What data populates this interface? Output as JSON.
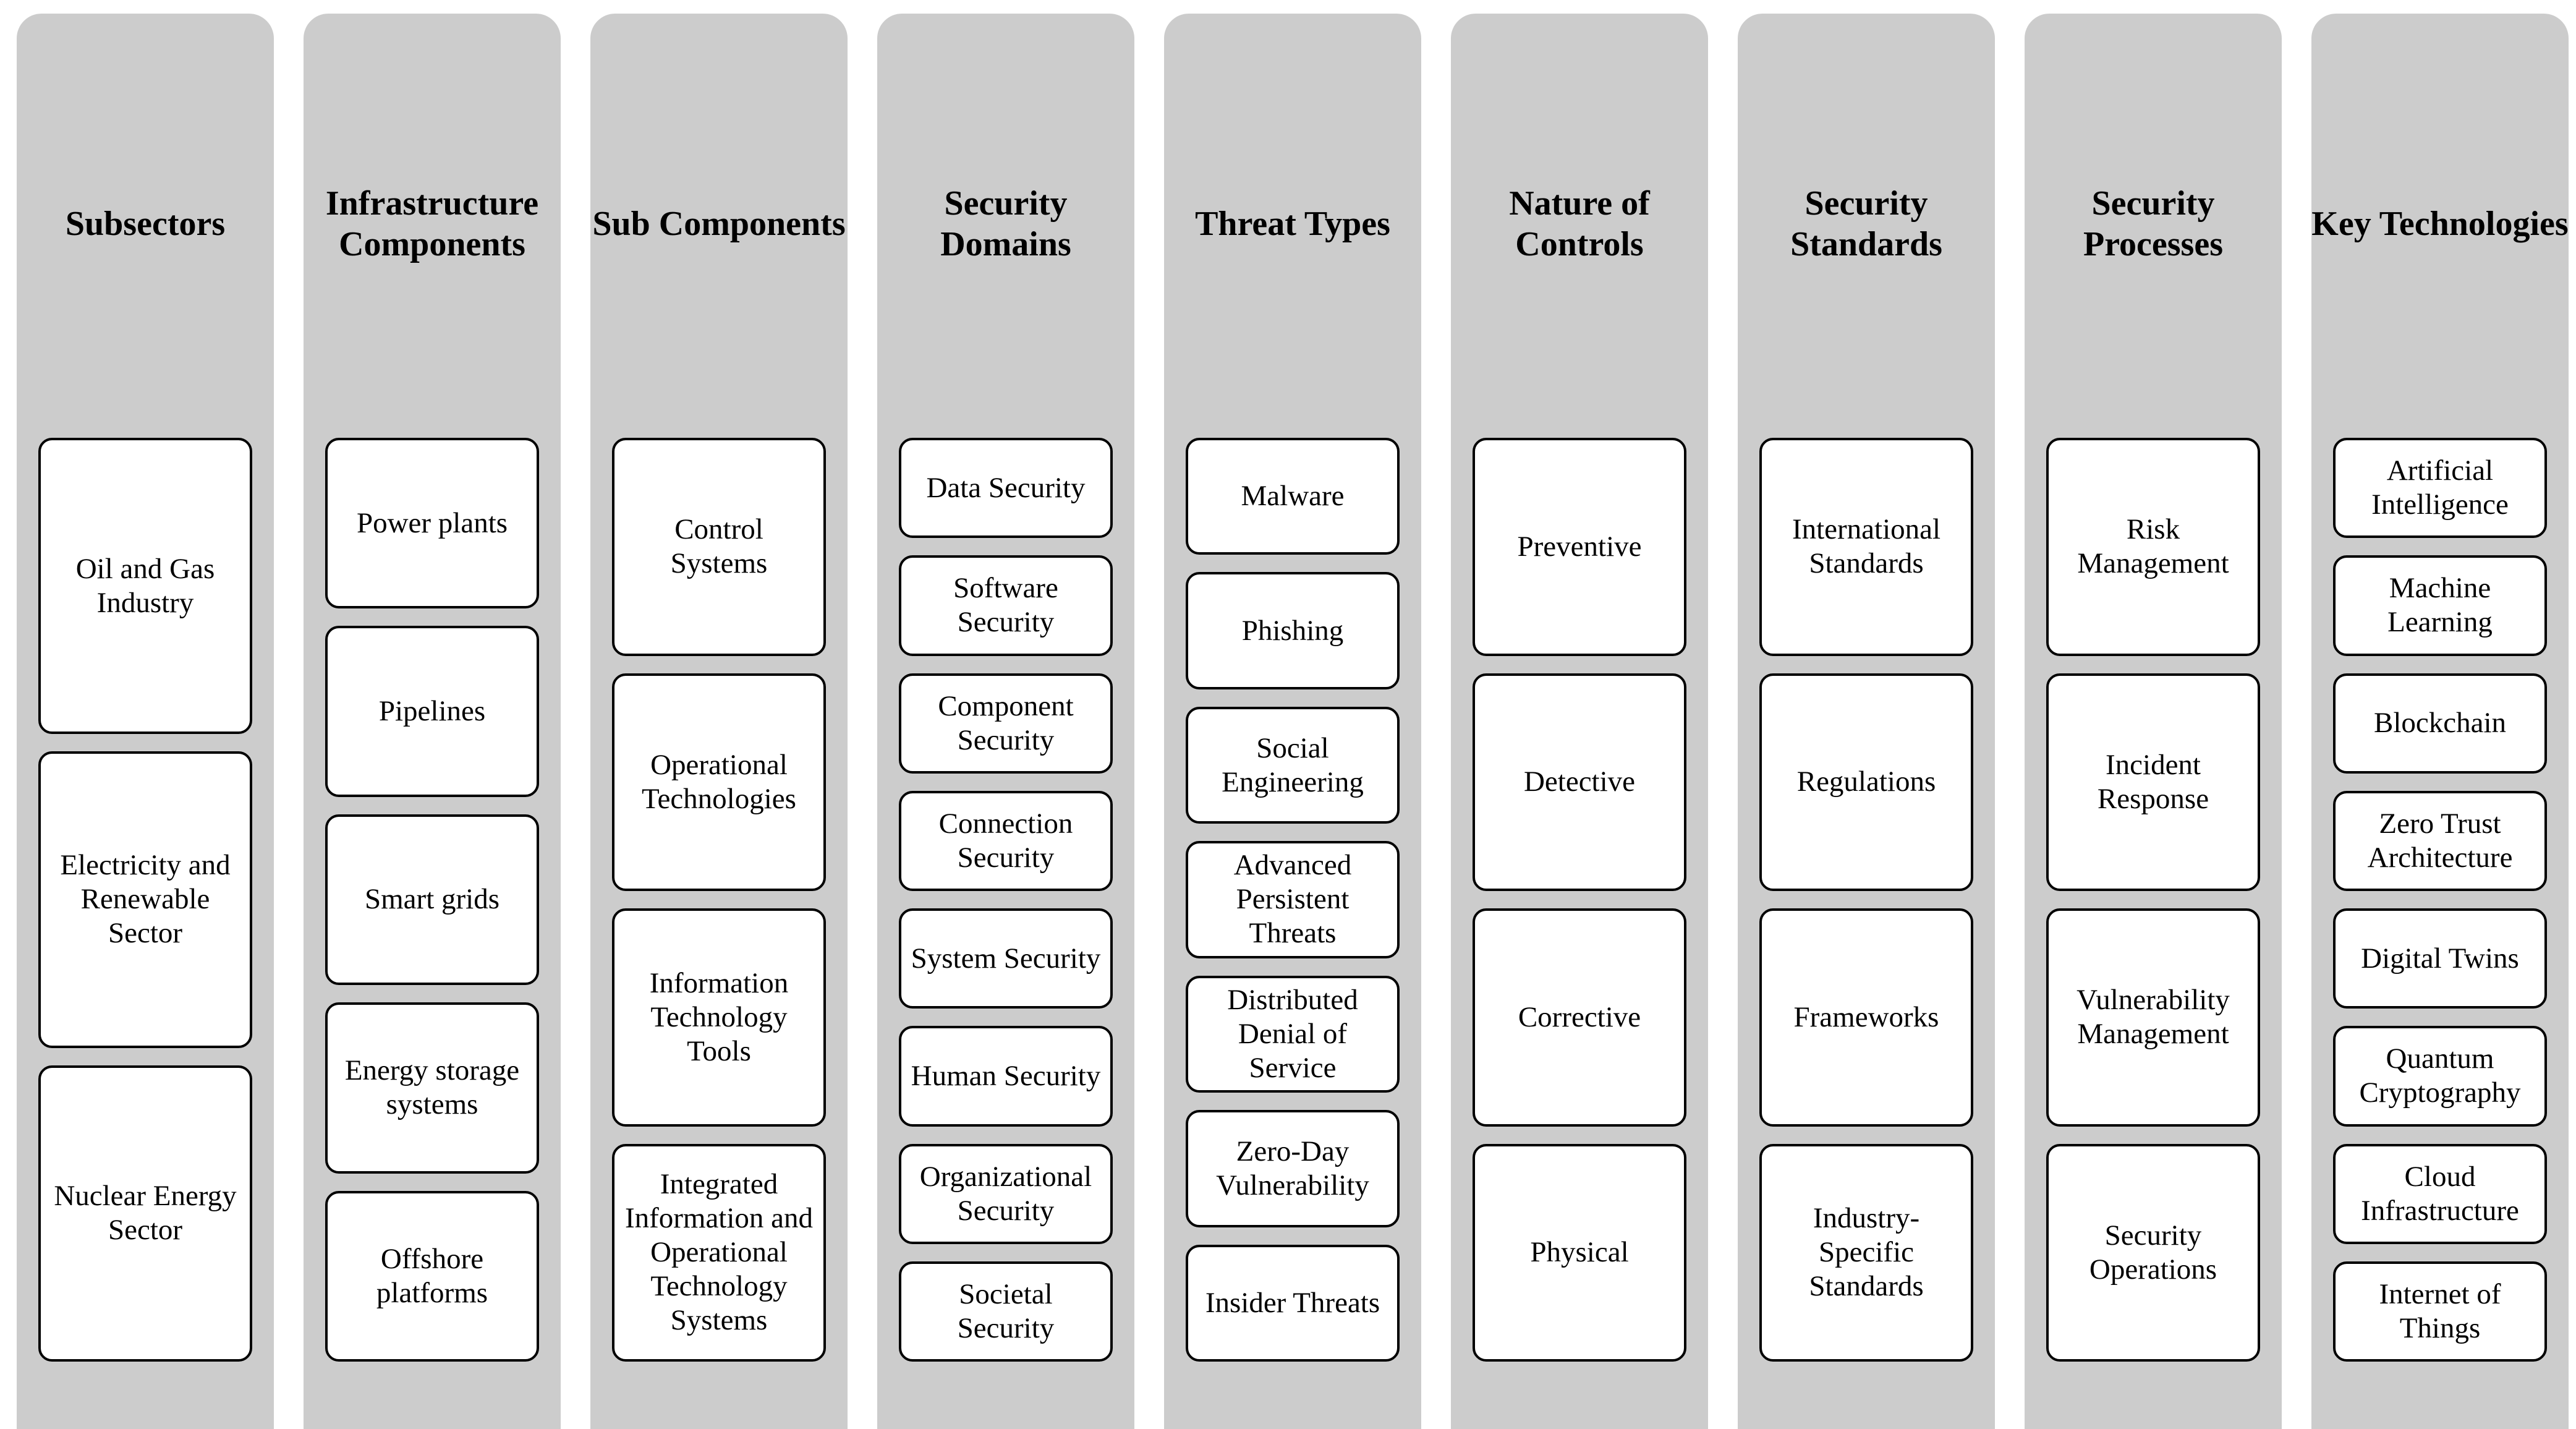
{
  "columns": [
    {
      "header": "Subsectors",
      "items": [
        "Oil and Gas Industry",
        "Electricity and Renewable Sector",
        "Nuclear Energy Sector"
      ]
    },
    {
      "header": "Infrastructure Components",
      "items": [
        "Power plants",
        "Pipelines",
        "Smart grids",
        "Energy storage systems",
        "Offshore platforms"
      ]
    },
    {
      "header": "Sub Components",
      "items": [
        "Control Systems",
        "Operational Technologies",
        "Information Technology Tools",
        "Integrated Information and Operational Technology Systems"
      ]
    },
    {
      "header": "Security Domains",
      "items": [
        "Data Security",
        "Software Security",
        "Component Security",
        "Connection Security",
        "System Security",
        "Human Security",
        "Organizational Security",
        "Societal Security"
      ]
    },
    {
      "header": "Threat Types",
      "items": [
        "Malware",
        "Phishing",
        "Social Engineering",
        "Advanced Persistent Threats",
        "Distributed Denial of Service",
        "Zero-Day Vulnerability",
        "Insider Threats"
      ]
    },
    {
      "header": "Nature of Controls",
      "items": [
        "Preventive",
        "Detective",
        "Corrective",
        "Physical"
      ]
    },
    {
      "header": "Security Standards",
      "items": [
        "International Standards",
        "Regulations",
        "Frameworks",
        "Industry-Specific Standards"
      ]
    },
    {
      "header": "Security Processes",
      "items": [
        "Risk Management",
        "Incident Response",
        "Vulnerability Management",
        "Security Operations"
      ]
    },
    {
      "header": "Key Technologies",
      "items": [
        "Artificial Intelligence",
        "Machine Learning",
        "Blockchain",
        "Zero Trust Architecture",
        "Digital Twins",
        "Quantum Cryptography",
        "Cloud Infrastructure",
        "Internet of Things"
      ]
    }
  ]
}
